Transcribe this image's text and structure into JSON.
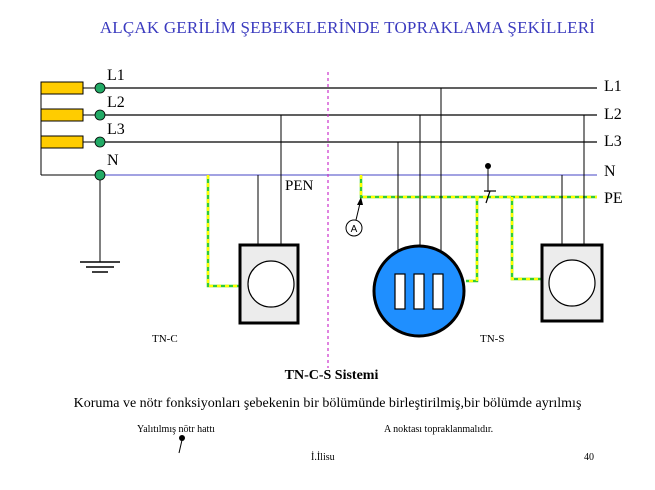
{
  "title": "ALÇAK GERİLİM  ŞEBEKELERİNDE TOPRAKLAMA ŞEKİLLERİ",
  "left_lines": [
    "L1",
    "L2",
    "L3",
    "N"
  ],
  "right_lines": [
    "L1",
    "L2",
    "L3",
    "N",
    "PE"
  ],
  "pen_label": "PEN",
  "point_a_label": "A",
  "tn_c_label": "TN-C",
  "tn_s_label": "TN-S",
  "system_title": "TN-C-S  Sistemi",
  "description": "Koruma ve nötr fonksiyonları şebekenin bir bölümünde  birleştirilmiş,bir bölümde ayrılmış",
  "legend_insulated": "Yalıtılmış nötr hattı",
  "legend_a_note": "A noktası topraklanmalıdır.",
  "footer_author": "İ.İlisu",
  "page_number": "40",
  "colors": {
    "title": "#3b3bbf",
    "wire": "#000000",
    "neutral": "#6a6ad0",
    "pe_green": "#33cc33",
    "pe_yellow": "#ffff00",
    "transformer": "#ffcc00",
    "node": "#22aa66",
    "divider": "#cc33cc",
    "motor": "#1f8fff"
  }
}
